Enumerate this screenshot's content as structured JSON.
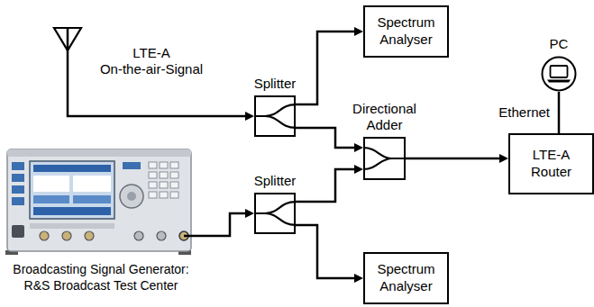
{
  "diagram": {
    "nodes": [
      {
        "text": [
          "LTE-A On-the-air-Signal"
        ]
      },
      {
        "text": [
          "Spectrum Analyser"
        ]
      },
      {
        "text": [
          "PC"
        ]
      },
      {
        "text": [
          "Splitter"
        ]
      },
      {
        "text": [
          "Directional Adder"
        ]
      },
      {
        "text": [
          "LTE-A Router"
        ]
      },
      {
        "text": [
          "Splitter"
        ]
      },
      {
        "text": [
          "Spectrum Analyser"
        ]
      },
      {
        "text": [
          "Broadcasting Signal Generator: R&S Broadcast Test Center"
        ]
      }
    ],
    "edges": [
      {
        "from": 0,
        "to": 3,
        "arrow": "to"
      },
      {
        "from": 3,
        "to": 1,
        "arrow": "to"
      },
      {
        "from": 3,
        "to": 4,
        "arrow": "to"
      },
      {
        "from": 8,
        "to": 6,
        "arrow": "to"
      },
      {
        "from": 6,
        "to": 4,
        "arrow": "to"
      },
      {
        "from": 6,
        "to": 7,
        "arrow": "to"
      },
      {
        "from": 4,
        "to": 5,
        "arrow": "to"
      },
      {
        "from": 2,
        "to": 5,
        "label": "Ethernet",
        "arrow": "none"
      }
    ]
  }
}
